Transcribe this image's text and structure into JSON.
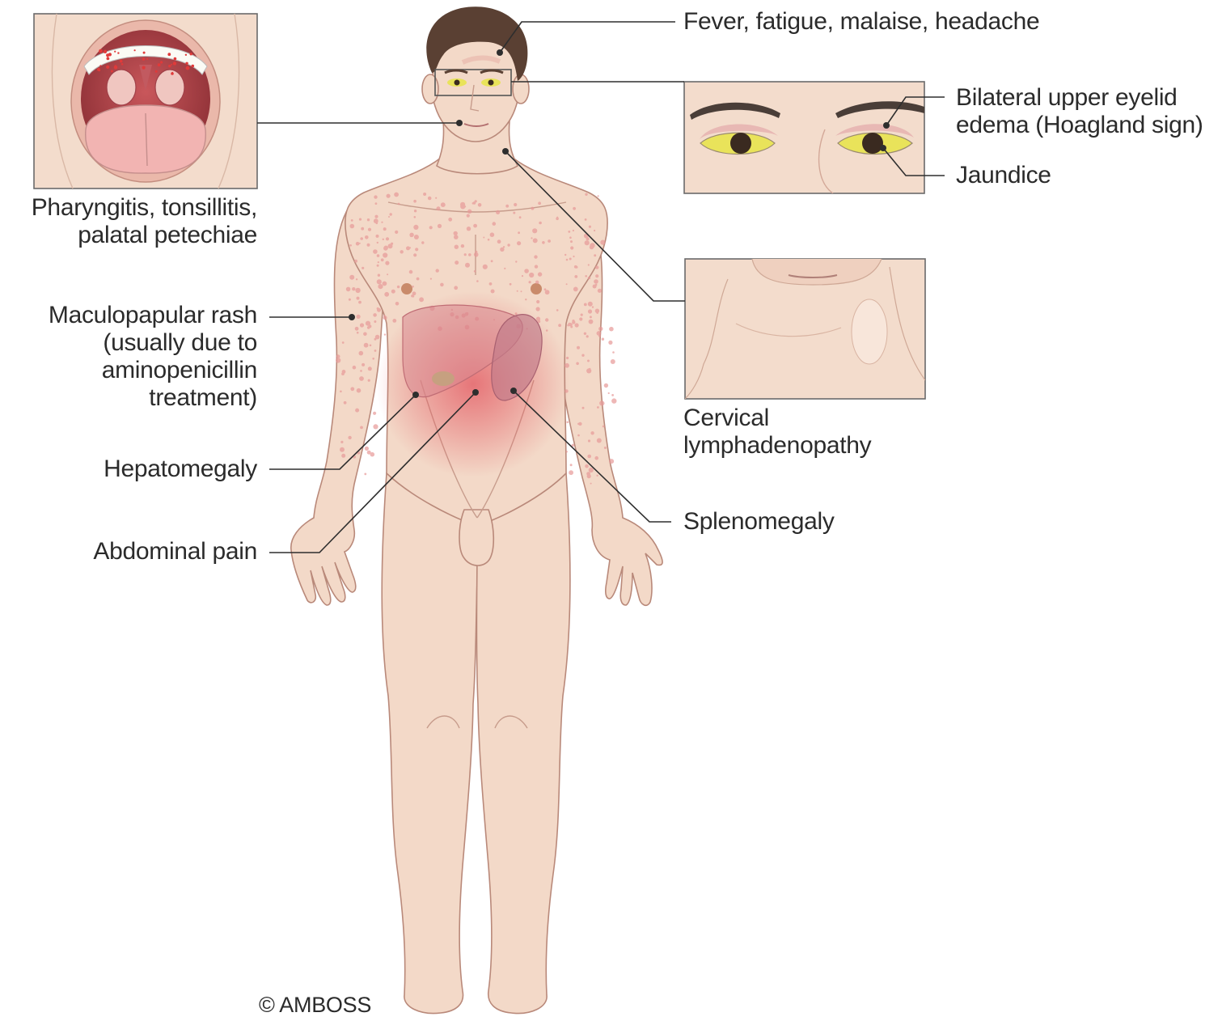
{
  "labels": {
    "fever": "Fever, fatigue, malaise, headache",
    "eyelid_line1": "Bilateral upper eyelid",
    "eyelid_line2": "edema (Hoagland sign)",
    "jaundice": "Jaundice",
    "pharyngitis_line1": "Pharyngitis, tonsillitis,",
    "pharyngitis_line2": "palatal petechiae",
    "rash_line1": "Maculopapular rash",
    "rash_line2": "(usually due to",
    "rash_line3": "aminopenicillin",
    "rash_line4": "treatment)",
    "cervical_line1": "Cervical",
    "cervical_line2": "lymphadenopathy",
    "hepatomegaly": "Hepatomegaly",
    "splenomegaly": "Splenomegaly",
    "abdominal_pain": "Abdominal pain"
  },
  "copyright": "© AMBOSS",
  "colors": {
    "skin": "#f3d9c8",
    "skin_outline": "#b9897a",
    "rash": "#e79a98",
    "organ": "#d98b92",
    "pain_glow": "#e2545e",
    "hair": "#5a4033",
    "sclera_jaundice": "#e9e35a",
    "leader_line": "#2e2e2e"
  }
}
